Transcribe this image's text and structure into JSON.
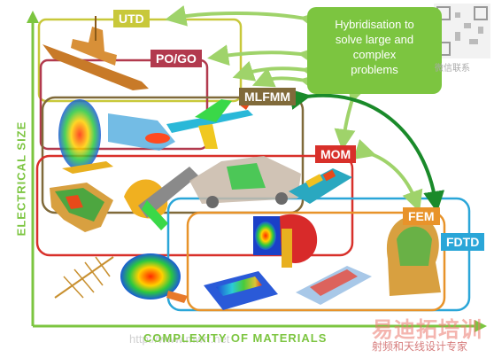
{
  "methods": {
    "utd": "UTD",
    "pogo": "PO/GO",
    "mlfmm": "MLFMM",
    "mom": "MOM",
    "fem": "FEM",
    "fdtd": "FDTD"
  },
  "callout": {
    "text_line1": "Hybridisation to",
    "text_line2": "solve large and",
    "text_line3": "complex",
    "text_line4": "problems"
  },
  "axes": {
    "y_label": "ELECTRICAL SIZE",
    "x_label": "COMPLEXITY OF MATERIALS"
  },
  "watermarks": {
    "url_text": "http://www.mwrf.net",
    "cn_big": "易迪拓培训",
    "cn_small": "射频和天线设计专家",
    "qr_caption": "微信联系"
  },
  "colors": {
    "utd": "#c8c83a",
    "pogo": "#b23a4e",
    "mlfmm": "#806a3a",
    "mom": "#d8302a",
    "fem": "#e8932a",
    "fdtd": "#2aa6d8",
    "hybrid": "#7cc540",
    "fem_arrow": "#1a8a2a"
  }
}
